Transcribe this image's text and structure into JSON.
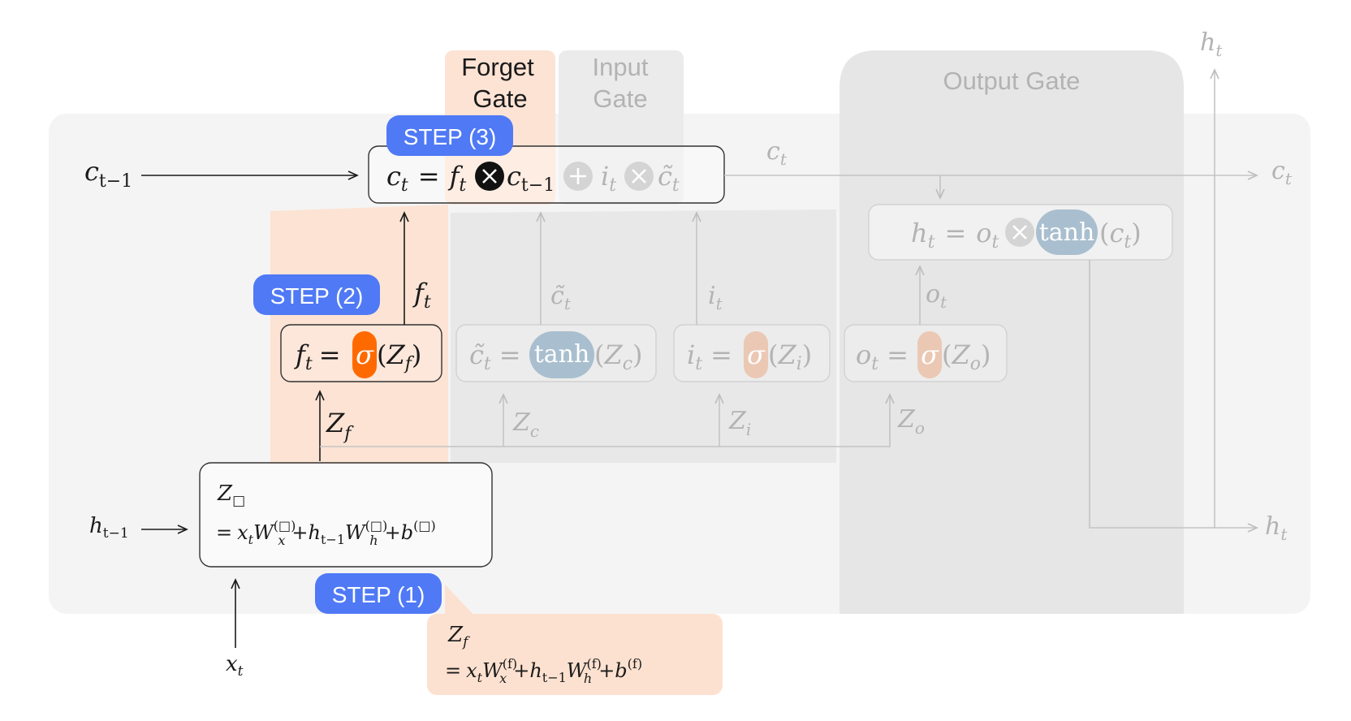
{
  "gates": {
    "forget": {
      "line1": "Forget",
      "line2": "Gate"
    },
    "input": {
      "line1": "Input",
      "line2": "Gate"
    },
    "output": {
      "title": "Output Gate"
    }
  },
  "steps": {
    "s1": "STEP (1)",
    "s2": "STEP (2)",
    "s3": "STEP (3)"
  },
  "symbols": {
    "c": "c",
    "h": "h",
    "x": "x",
    "f": "f",
    "i": "i",
    "o": "o",
    "Z": "Z",
    "W": "W",
    "b": "b",
    "t": "t",
    "tm1": "t−1",
    "eq": "=",
    "plus": "+",
    "sigma": "σ",
    "tanh": "tanh",
    "lp": "(",
    "rp": ")",
    "box": "□",
    "sub_x": "x",
    "sub_h": "h",
    "sup_f": "(f)",
    "sup_box": "(□)",
    "sub_c": "c",
    "sub_i": "i",
    "sub_o": "o",
    "sub_f": "f",
    "ctilde": "c̃"
  },
  "colors": {
    "panel": "#f4f4f4",
    "output_panel": "#e6e6e6",
    "input_band": "#e8e8e8",
    "forget_band": "#fce3d4",
    "forget_accent": "#ff6a00",
    "sigma_faded": "#ebc8b4",
    "tanh_blue": "#a9bfcf",
    "step_blue": "#4f79f5",
    "zf_note": "#fde1d0",
    "active": "#1a1a1a",
    "faded": "#b3b3b3",
    "line_faded": "#c4c4c4"
  }
}
